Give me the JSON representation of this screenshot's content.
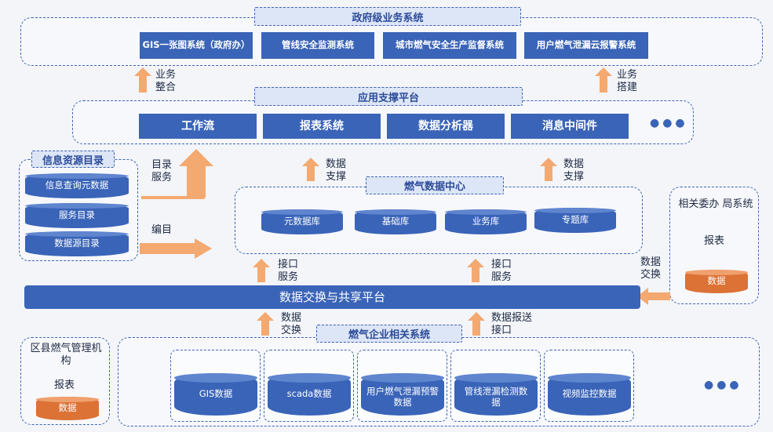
{
  "gov": {
    "title": "政府级业务系统",
    "items": [
      "GIS一张图系统（政府办）",
      "管线安全监测系统",
      "城市燃气安全生产监督系统",
      "用户燃气泄漏云报警系统"
    ]
  },
  "labels": {
    "integrate": "业务整合",
    "build": "业务搭建",
    "catalog_service": "目录服务",
    "catalog_edit": "编目",
    "data_support_left": "数据支撑",
    "data_support_right": "数据支撑",
    "interface_service_left": "接口服务",
    "interface_service_right": "接口服务",
    "data_exchange_right": "数据交换",
    "data_exchange_bottom": "数据交换",
    "data_report_interface": "数据报送接口"
  },
  "app": {
    "title": "应用支撑平台",
    "items": [
      "工作流",
      "报表系统",
      "数据分析器",
      "消息中间件"
    ],
    "more": "●●●"
  },
  "catalog": {
    "title": "信息资源目录",
    "items": [
      "信息查询元数据",
      "服务目录",
      "数据源目录"
    ]
  },
  "datacenter": {
    "title": "燃气数据中心",
    "items": [
      "元数据库",
      "基础库",
      "业务库",
      "专题库"
    ]
  },
  "agency": {
    "title": "相关委办 局系统",
    "report": "报表",
    "data": "数据"
  },
  "exchange": {
    "title": "数据交换与共享平台"
  },
  "district": {
    "title": "区县燃气管理机构",
    "report": "报表",
    "data": "数据"
  },
  "enterprise": {
    "title": "燃气企业相关系统",
    "items": [
      "GIS数据",
      "scada数据",
      "用户燃气泄漏预警数据",
      "管线泄漏检测数据",
      "视频监控数据"
    ],
    "more": "●●●"
  }
}
